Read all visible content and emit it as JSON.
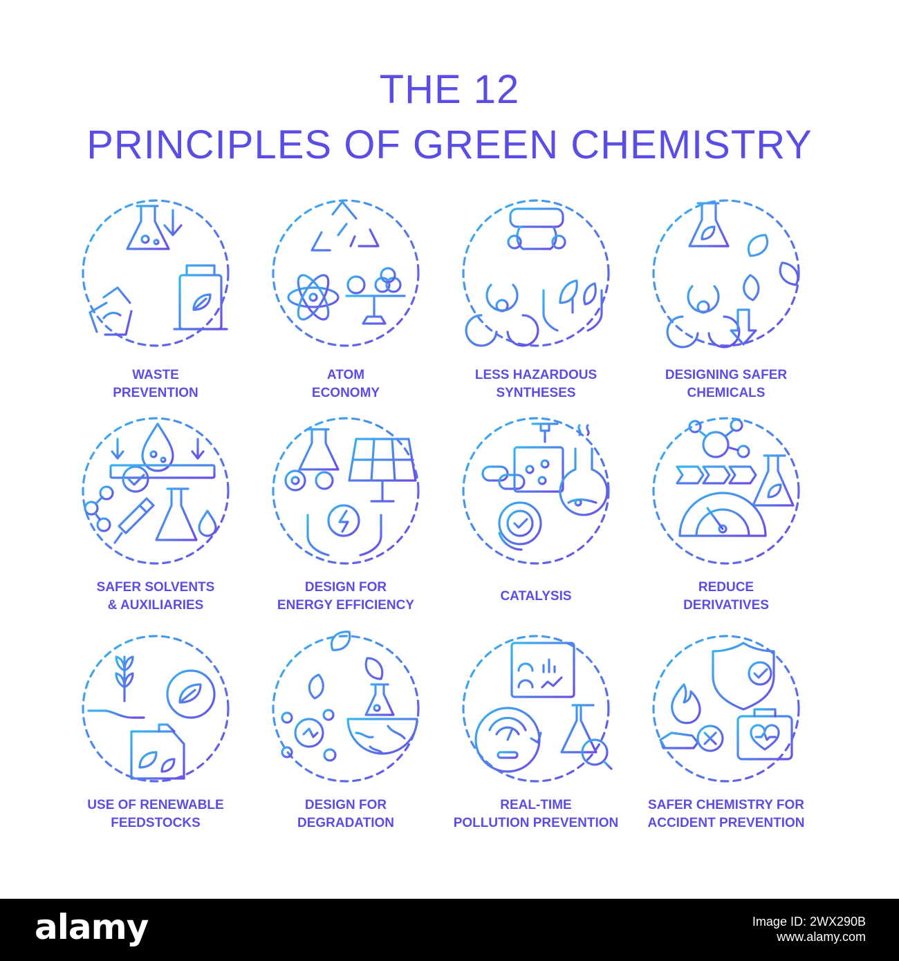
{
  "title": {
    "line1": "THE 12",
    "line2": "PRINCIPLES OF GREEN CHEMISTRY"
  },
  "colors": {
    "title": "#5a4de6",
    "gradient_start": "#36b6ef",
    "gradient_end": "#6a4ce8",
    "footer_background": "#000000"
  },
  "principles": [
    {
      "line1": "WASTE",
      "line2": "PREVENTION",
      "icons": [
        "flask-icon",
        "down-arrow-icon",
        "recycle-icon",
        "trash-bin-icon"
      ]
    },
    {
      "line1": "ATOM",
      "line2": "ECONOMY",
      "icons": [
        "recycle-icon",
        "atom-icon",
        "balance-scale-icon"
      ]
    },
    {
      "line1": "LESS HAZARDOUS",
      "line2": "SYNTHESES",
      "icons": [
        "gas-mask-icon",
        "biohazard-icon",
        "hands-leaf-icon"
      ]
    },
    {
      "line1": "DESIGNING SAFER",
      "line2": "CHEMICALS",
      "icons": [
        "flask-leaf-icon",
        "leaf-cycle-icon",
        "biohazard-icon",
        "down-arrow-icon"
      ]
    },
    {
      "line1": "SAFER SOLVENTS",
      "line2": "& AUXILIARIES",
      "icons": [
        "drop-icon",
        "filter-check-icon",
        "molecule-icon",
        "dropper-icon",
        "flask-drop-icon"
      ]
    },
    {
      "line1": "DESIGN FOR",
      "line2": "ENERGY EFFICIENCY",
      "icons": [
        "flask-gear-icon",
        "solar-panel-icon",
        "hands-energy-icon"
      ]
    },
    {
      "line1": "CATALYSIS",
      "line2": "",
      "icons": [
        "pills-icon",
        "dropper-icon",
        "beaker-molecule-icon",
        "gear-check-icon",
        "round-flask-icon"
      ]
    },
    {
      "line1": "REDUCE",
      "line2": "DERIVATIVES",
      "icons": [
        "molecule-icon",
        "chevrons-icon",
        "flask-leaf-icon",
        "gauge-biohazard-icon"
      ]
    },
    {
      "line1": "USE OF RENEWABLE",
      "line2": "FEEDSTOCKS",
      "icons": [
        "hand-wheat-icon",
        "leaf-cycle-icon",
        "fuel-can-leaf-icon"
      ]
    },
    {
      "line1": "DESIGN FOR",
      "line2": "DEGRADATION",
      "icons": [
        "leaf-cycle-icon",
        "flask-icon",
        "molecule-icon",
        "earth-icon"
      ]
    },
    {
      "line1": "REAL-TIME",
      "line2": "POLLUTION PREVENTION",
      "icons": [
        "dashboard-window-icon",
        "gauge-icon",
        "flask-magnifier-icon"
      ]
    },
    {
      "line1": "SAFER CHEMISTRY FOR",
      "line2": "ACCIDENT PREVENTION",
      "icons": [
        "shield-check-icon",
        "fire-icon",
        "first-aid-kit-icon"
      ]
    }
  ],
  "footer": {
    "brand": "alamy",
    "image_id": "Image ID: 2WX290B",
    "site": "www.alamy.com"
  }
}
